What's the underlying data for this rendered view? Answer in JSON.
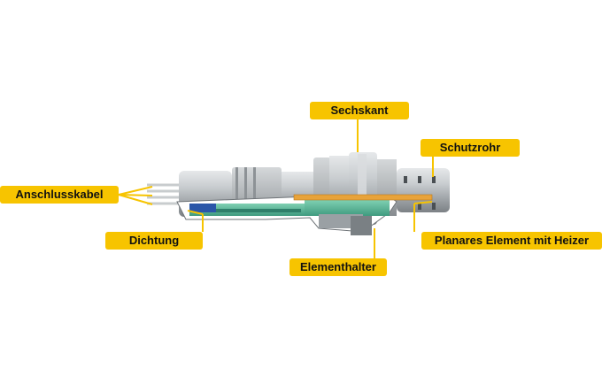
{
  "labels": {
    "sechskant": "Sechskant",
    "schutzrohr": "Schutzrohr",
    "anschlusskabel": "Anschlusskabel",
    "dichtung": "Dichtung",
    "planares_element": "Planares Element mit Heizer",
    "elementhalter": "Elementhalter"
  },
  "colors": {
    "label_bg": "#f7c400",
    "leader": "#f7c400",
    "housing": "#b9bdc0",
    "cutaway_green": "#5fb79a",
    "cutaway_dark": "#2f7f6a",
    "sensor_element": "#e8a33a",
    "seal_blue": "#2a56a8"
  },
  "icons": [
    "sensor-diagram"
  ]
}
